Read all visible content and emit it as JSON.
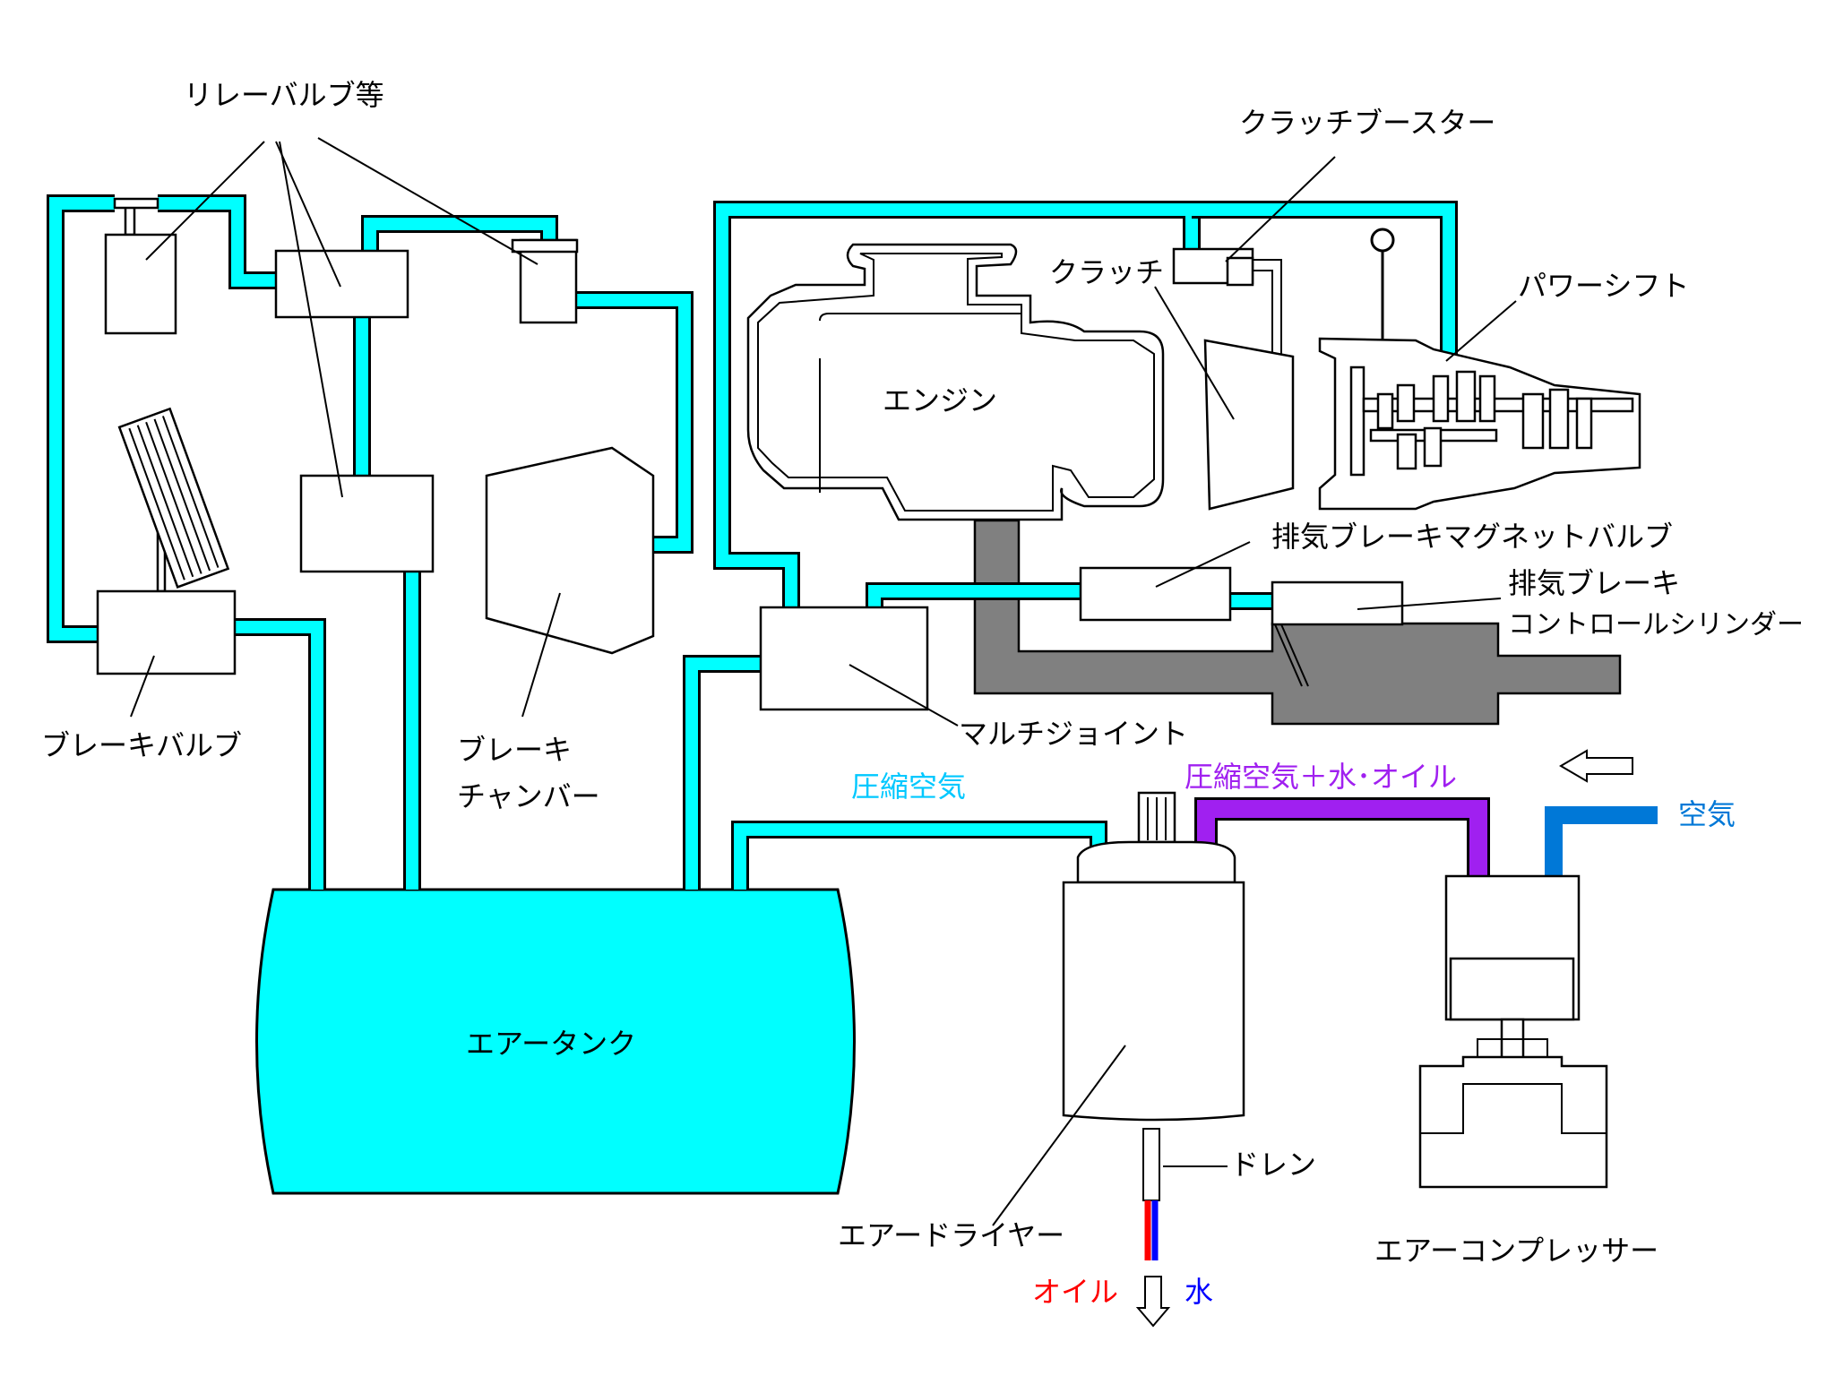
{
  "labels": {
    "relay_valves": "リレーバルブ等",
    "clutch_booster": "クラッチブースター",
    "clutch": "クラッチ",
    "power_shift": "パワーシフト",
    "engine": "エンジン",
    "exhaust_brake_magnet_valve": "排気ブレーキマグネットバルブ",
    "exhaust_brake_line1": "排気ブレーキ",
    "exhaust_brake_line2": "コントロールシリンダー",
    "brake_valve": "ブレーキバルブ",
    "brake_chamber_line1": "ブレーキ",
    "brake_chamber_line2": "チャンバー",
    "multi_joint": "マルチジョイント",
    "compressed_air": "圧縮空気",
    "compressed_air_water_oil": "圧縮空気＋水･オイル",
    "air": "空気",
    "air_tank": "エアータンク",
    "drain": "ドレン",
    "air_dryer": "エアードライヤー",
    "air_compressor": "エアーコンプレッサー",
    "oil": "オイル",
    "water": "水"
  },
  "colors": {
    "compressed_air": "#00ffff",
    "mixed_line": "#a020f0",
    "intake_air": "#0078d7",
    "oil": "#ff0000",
    "water": "#0000ff",
    "exhaust": "#808080"
  }
}
